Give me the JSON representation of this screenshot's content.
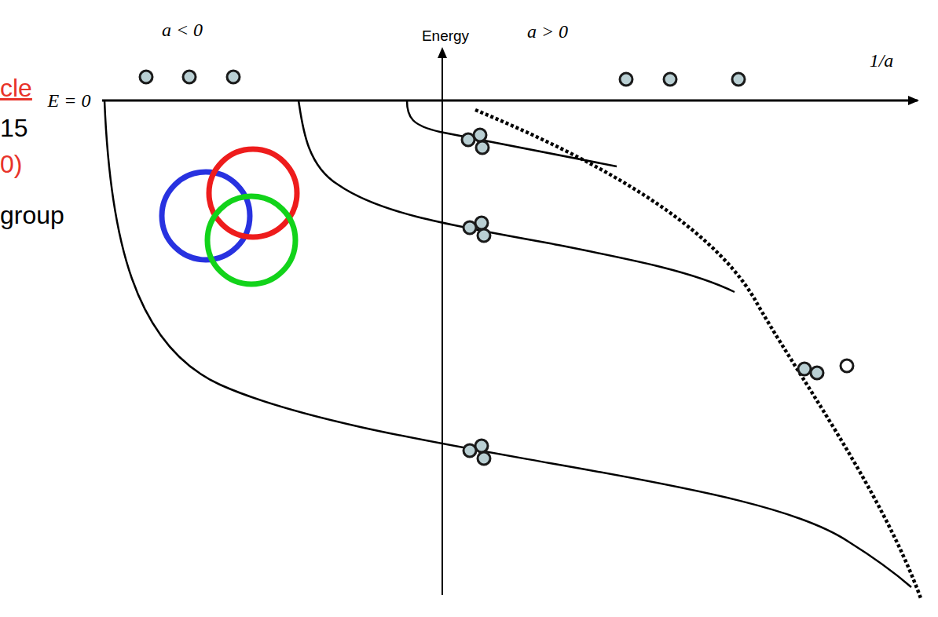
{
  "diagram": {
    "labels": [
      "a < 0",
      "Energy",
      "a > 0",
      "1/a",
      "E = 0",
      "cle",
      "15",
      "0)",
      "group"
    ]
  }
}
